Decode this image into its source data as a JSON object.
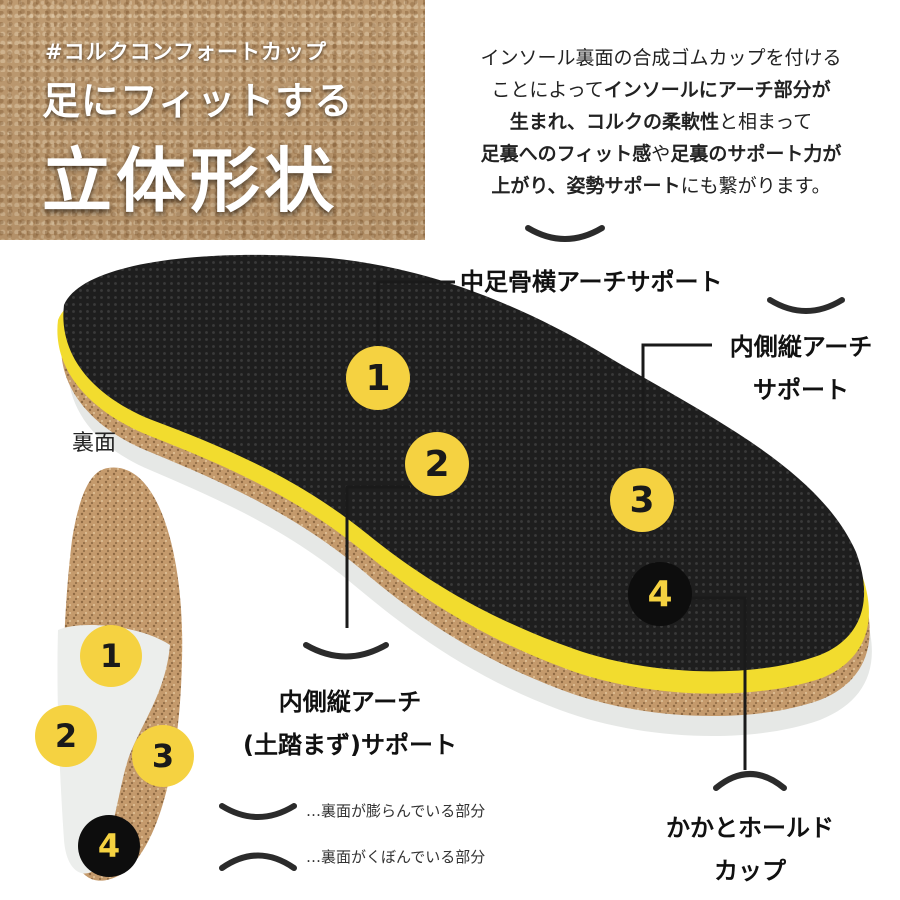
{
  "banner": {
    "tag": "#コルクコンフォートカップ",
    "line1": "足にフィットする",
    "line2": "立体形状"
  },
  "description": {
    "line1": "インソール裏面の合成ゴムカップを付ける",
    "line2_pre": "ことによって",
    "line2_bold": "インソールにアーチ部分が",
    "line3_bold1": "生まれ、コルクの柔軟性",
    "line3_mid": "と相まって",
    "line4_bold1": "足裏へのフィット感",
    "line4_mid": "や",
    "line4_bold2": "足裏のサポート力が",
    "line5_bold1": "上がり、姿勢サポート",
    "line5_rest": "にも繋がります。"
  },
  "callouts": {
    "c1": "中足骨横アーチサポート",
    "c3_line1": "内側縦アーチ",
    "c3_line2": "サポート",
    "c2_line1": "内側縦アーチ",
    "c2_line2": "(土踏まず)サポート",
    "c4_line1": "かかとホールド",
    "c4_line2": "カップ"
  },
  "badges": {
    "n1": "1",
    "n2": "2",
    "n3": "3",
    "n4": "4"
  },
  "back_view": {
    "label": "裏面"
  },
  "legend": {
    "bulge": "…裏面が膨らんでいる部分",
    "dent": "…裏面がくぼんでいる部分"
  },
  "colors": {
    "badge_yellow": "#f5d241",
    "badge_black": "#0d0d0d",
    "insole_top": "#1e1e1e",
    "foam": "#f2dc2e",
    "cork": "#c49a6c"
  }
}
